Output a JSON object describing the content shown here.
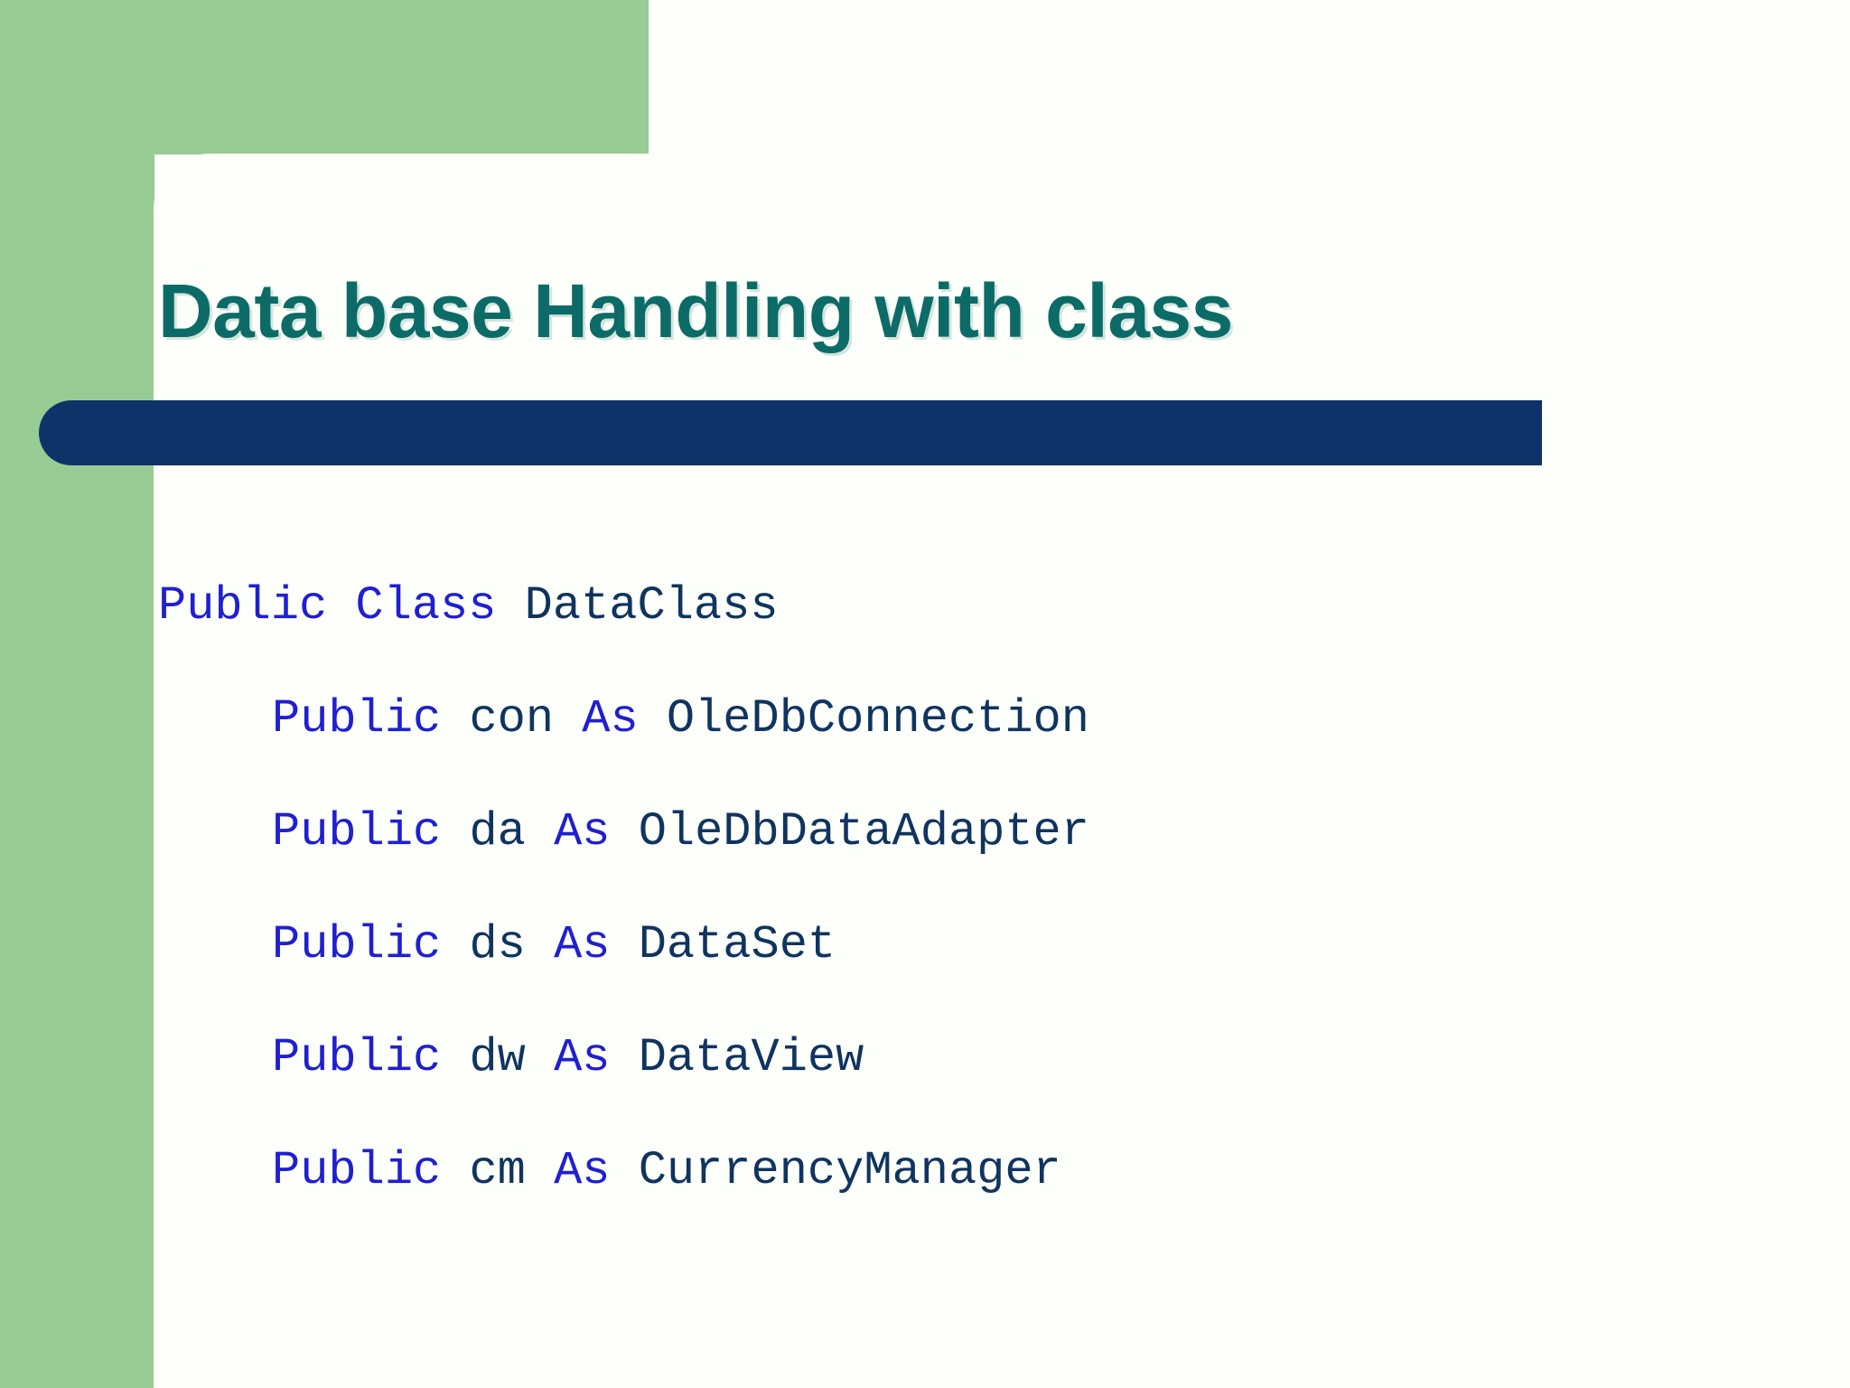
{
  "slide": {
    "title": "Data base Handling with class",
    "theme": {
      "background": "#fdfffb",
      "accent_green": "#97cc94",
      "title_teal": "#0c6b67",
      "divider_navy": "#0d3368",
      "code_keyword_blue": "#1f1fd2",
      "code_identifier_navy": "#10345f"
    },
    "code": {
      "language": "Visual Basic .NET",
      "lines": [
        {
          "indent": 0,
          "tokens": [
            {
              "text": "Public Class ",
              "kind": "keyword"
            },
            {
              "text": "DataClass",
              "kind": "identifier"
            }
          ],
          "plain": "Public Class DataClass"
        },
        {
          "indent": 1,
          "tokens": [
            {
              "text": "Public ",
              "kind": "keyword"
            },
            {
              "text": "con ",
              "kind": "identifier"
            },
            {
              "text": "As ",
              "kind": "keyword"
            },
            {
              "text": "OleDbConnection",
              "kind": "identifier"
            }
          ],
          "plain": "Public con As OleDbConnection"
        },
        {
          "indent": 1,
          "tokens": [
            {
              "text": "Public ",
              "kind": "keyword"
            },
            {
              "text": "da ",
              "kind": "identifier"
            },
            {
              "text": "As ",
              "kind": "keyword"
            },
            {
              "text": "OleDbDataAdapter",
              "kind": "identifier"
            }
          ],
          "plain": "Public da As OleDbDataAdapter"
        },
        {
          "indent": 1,
          "tokens": [
            {
              "text": "Public ",
              "kind": "keyword"
            },
            {
              "text": "ds ",
              "kind": "identifier"
            },
            {
              "text": "As ",
              "kind": "keyword"
            },
            {
              "text": "DataSet",
              "kind": "identifier"
            }
          ],
          "plain": "Public ds As DataSet"
        },
        {
          "indent": 1,
          "tokens": [
            {
              "text": "Public ",
              "kind": "keyword"
            },
            {
              "text": "dw ",
              "kind": "identifier"
            },
            {
              "text": "As ",
              "kind": "keyword"
            },
            {
              "text": "DataView",
              "kind": "identifier"
            }
          ],
          "plain": "Public dw As DataView"
        },
        {
          "indent": 1,
          "tokens": [
            {
              "text": "Public ",
              "kind": "keyword"
            },
            {
              "text": "cm ",
              "kind": "identifier"
            },
            {
              "text": "As ",
              "kind": "keyword"
            },
            {
              "text": "CurrencyManager",
              "kind": "identifier"
            }
          ],
          "plain": "Public cm As CurrencyManager"
        }
      ]
    }
  }
}
